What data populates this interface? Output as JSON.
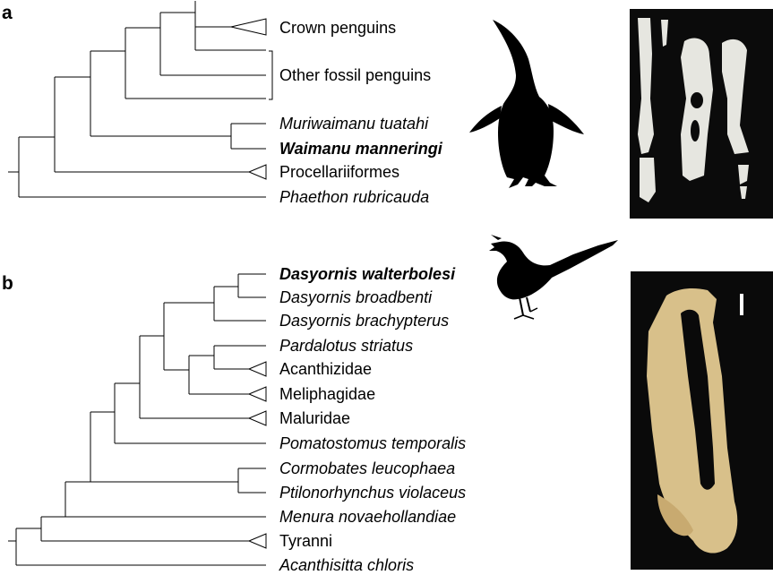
{
  "figure": {
    "panel_a": {
      "label": "a",
      "taxa": [
        {
          "text": "Crown penguins",
          "italic": false,
          "bold": false
        },
        {
          "text": "Other fossil penguins",
          "italic": false,
          "bold": false
        },
        {
          "text": "Muriwaimanu tuatahi",
          "italic": true,
          "bold": false
        },
        {
          "text": "Waimanu manneringi",
          "italic": true,
          "bold": true
        },
        {
          "text": "Procellariiformes",
          "italic": false,
          "bold": false
        },
        {
          "text": "Phaethon rubricauda",
          "italic": true,
          "bold": false
        }
      ],
      "silhouette": "penguin-silhouette",
      "photo": "fossil-bones-photo"
    },
    "panel_b": {
      "label": "b",
      "taxa": [
        {
          "text": "Dasyornis walterbolesi",
          "italic": true,
          "bold": true
        },
        {
          "text": "Dasyornis broadbenti",
          "italic": true,
          "bold": false
        },
        {
          "text": "Dasyornis brachypterus",
          "italic": true,
          "bold": false
        },
        {
          "text": "Pardalotus striatus",
          "italic": true,
          "bold": false
        },
        {
          "text": "Acanthizidae",
          "italic": false,
          "bold": false
        },
        {
          "text": "Meliphagidae",
          "italic": false,
          "bold": false
        },
        {
          "text": "Maluridae",
          "italic": false,
          "bold": false
        },
        {
          "text": "Pomatostomus temporalis",
          "italic": true,
          "bold": false
        },
        {
          "text": "Cormobates leucophaea",
          "italic": true,
          "bold": false
        },
        {
          "text": "Ptilonorhynchus violaceus",
          "italic": true,
          "bold": false
        },
        {
          "text": "Menura novaehollandiae",
          "italic": true,
          "bold": false
        },
        {
          "text": "Tyranni",
          "italic": false,
          "bold": false
        },
        {
          "text": "Acanthisitta chloris",
          "italic": true,
          "bold": false
        }
      ],
      "silhouette": "bristlebird-silhouette",
      "photo": "fossil-limb-bone-photo"
    },
    "colors": {
      "line": "#000000",
      "photo_a_background": "#0b0b0b",
      "bone_light": "#e6e6e0",
      "photo_b_background": "#0a0a0a",
      "bone_tan": "#d8c08a"
    }
  }
}
